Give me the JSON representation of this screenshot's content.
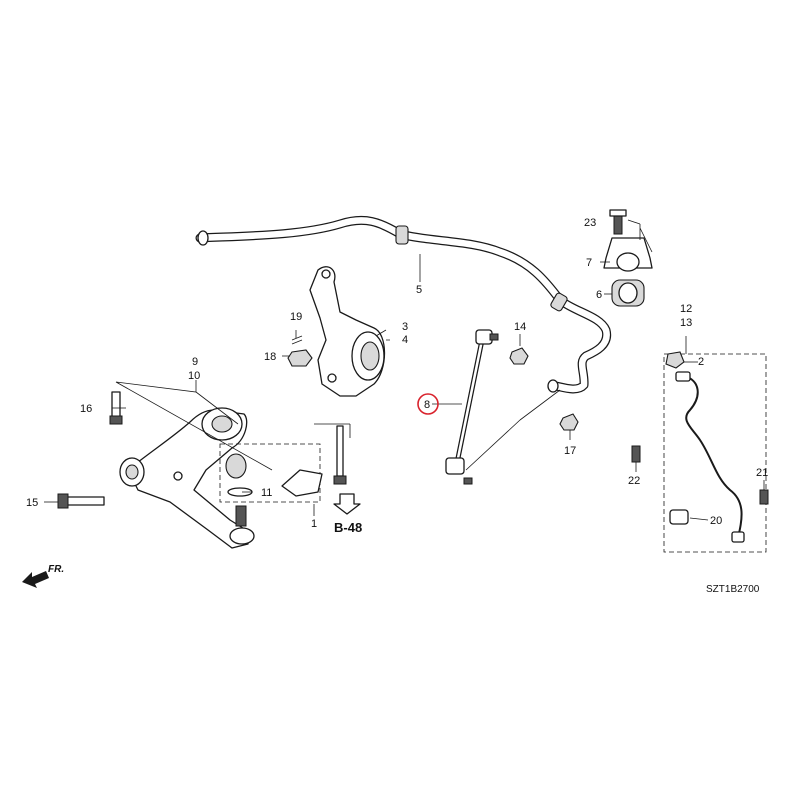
{
  "callouts": {
    "c1": "1",
    "c2": "2",
    "c3": "3",
    "c4": "4",
    "c5": "5",
    "c6": "6",
    "c7": "7",
    "c8": "8",
    "c9": "9",
    "c10": "10",
    "c11": "11",
    "c12": "12",
    "c13": "13",
    "c14": "14",
    "c15": "15",
    "c16": "16",
    "c17": "17",
    "c18": "18",
    "c19": "19",
    "c20": "20",
    "c21": "21",
    "c22": "22",
    "c23": "23"
  },
  "reference": "B-48",
  "front_label": "FR.",
  "diagram_code": "SZT1B2700",
  "highlight_color": "#d9232d"
}
